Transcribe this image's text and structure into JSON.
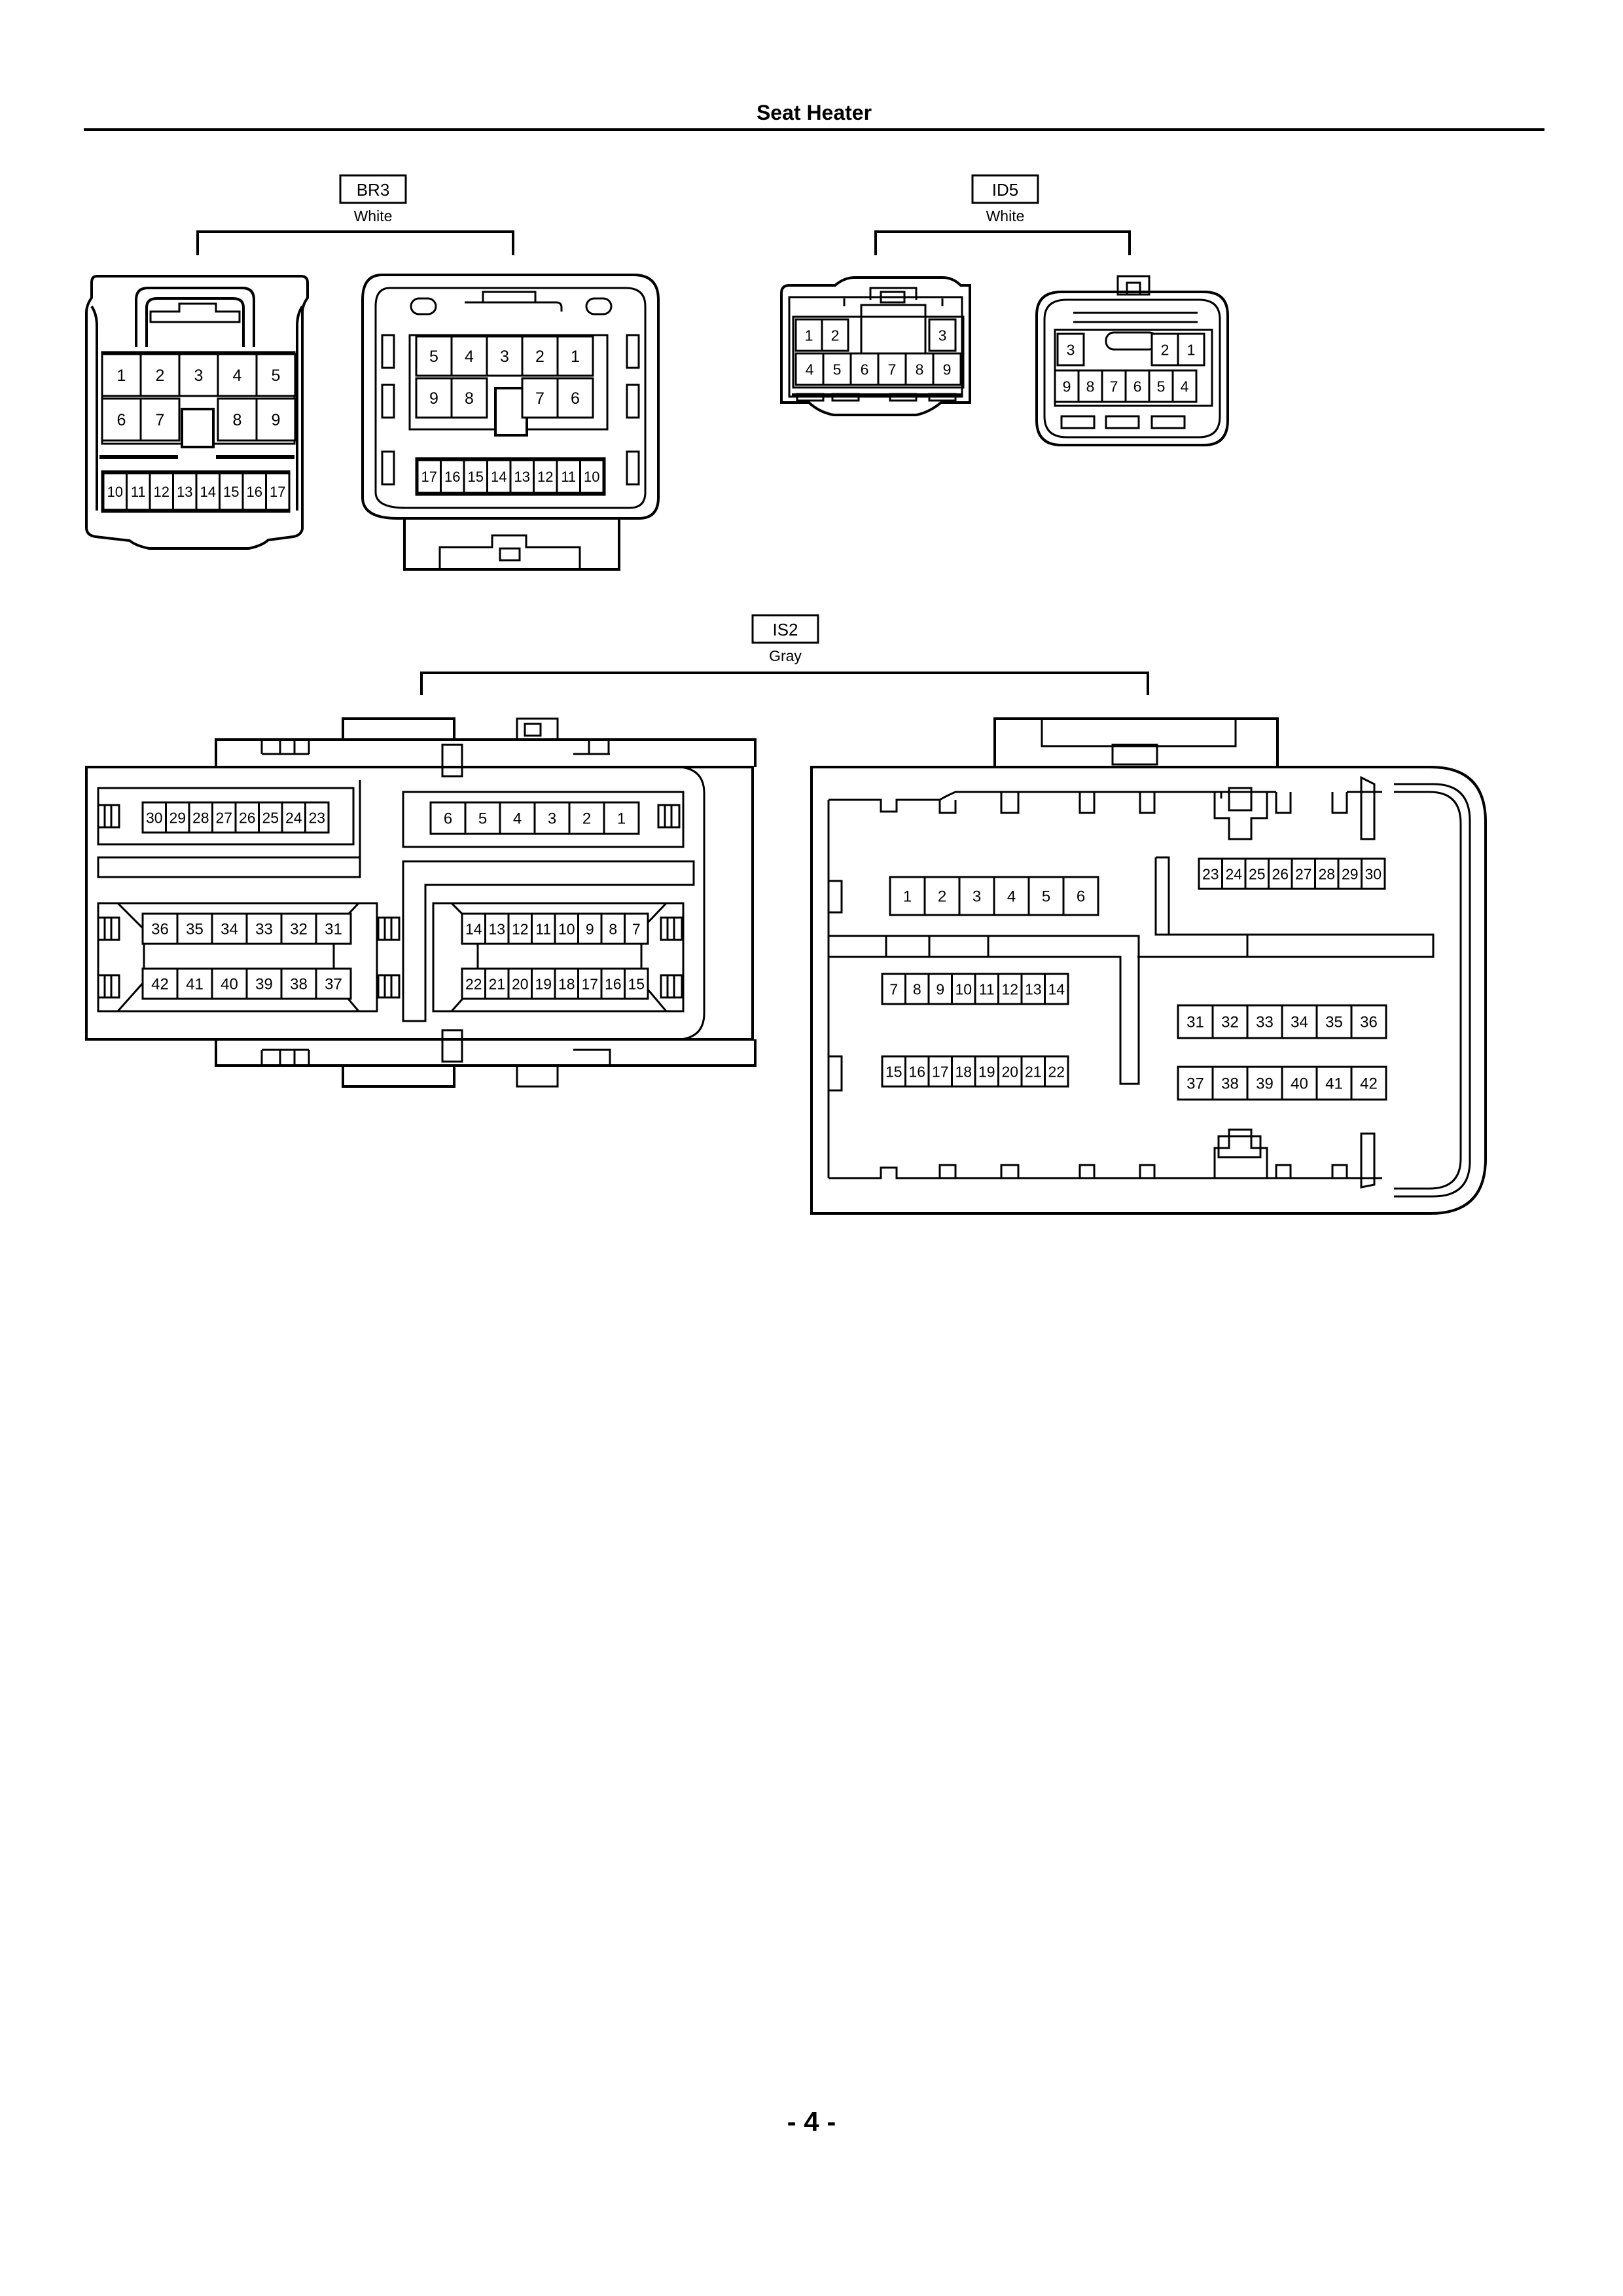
{
  "page": {
    "title": "Seat Heater",
    "page_number": "- 4 -"
  },
  "connectors": [
    {
      "code": "BR3",
      "color": "White",
      "views": [
        {
          "rows": [
            [
              "1",
              "2",
              "3",
              "4",
              "5"
            ],
            [
              "6",
              "7",
              "",
              "8",
              "9"
            ],
            [
              "10",
              "11",
              "12",
              "13",
              "14",
              "15",
              "16",
              "17"
            ]
          ]
        },
        {
          "rows": [
            [
              "5",
              "4",
              "3",
              "2",
              "1"
            ],
            [
              "9",
              "8",
              "",
              "7",
              "6"
            ],
            [
              "17",
              "16",
              "15",
              "14",
              "13",
              "12",
              "11",
              "10"
            ]
          ]
        }
      ]
    },
    {
      "code": "ID5",
      "color": "White",
      "views": [
        {
          "rows": [
            [
              "1",
              "2",
              "",
              "",
              "",
              "3"
            ],
            [
              "4",
              "5",
              "6",
              "7",
              "8",
              "9"
            ]
          ]
        },
        {
          "rows": [
            [
              "3",
              "",
              "",
              "",
              "2",
              "1"
            ],
            [
              "9",
              "8",
              "7",
              "6",
              "5",
              "4"
            ]
          ]
        }
      ]
    },
    {
      "code": "IS2",
      "color": "Gray",
      "views": [
        {
          "blocks": [
            [
              "30",
              "29",
              "28",
              "27",
              "26",
              "25",
              "24",
              "23"
            ],
            [
              "6",
              "5",
              "4",
              "3",
              "2",
              "1"
            ],
            [
              "36",
              "35",
              "34",
              "33",
              "32",
              "31"
            ],
            [
              "42",
              "41",
              "40",
              "39",
              "38",
              "37"
            ],
            [
              "14",
              "13",
              "12",
              "11",
              "10",
              "9",
              "8",
              "7"
            ],
            [
              "22",
              "21",
              "20",
              "19",
              "18",
              "17",
              "16",
              "15"
            ]
          ]
        },
        {
          "blocks": [
            [
              "1",
              "2",
              "3",
              "4",
              "5",
              "6"
            ],
            [
              "7",
              "8",
              "9",
              "10",
              "11",
              "12",
              "13",
              "14"
            ],
            [
              "15",
              "16",
              "17",
              "18",
              "19",
              "20",
              "21",
              "22"
            ],
            [
              "23",
              "24",
              "25",
              "26",
              "27",
              "28",
              "29",
              "30"
            ],
            [
              "31",
              "32",
              "33",
              "34",
              "35",
              "36"
            ],
            [
              "37",
              "38",
              "39",
              "40",
              "41",
              "42"
            ]
          ]
        }
      ]
    }
  ]
}
